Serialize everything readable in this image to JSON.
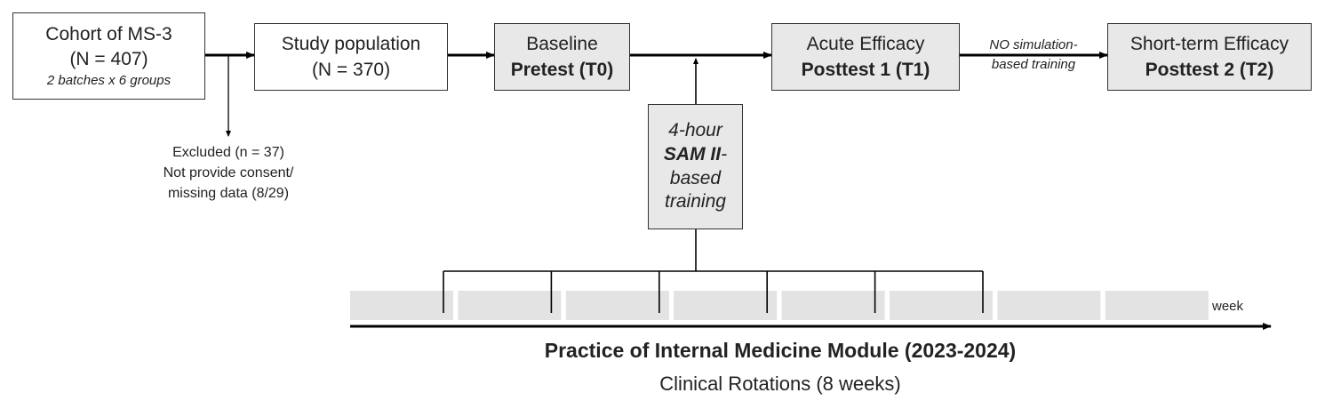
{
  "cohort": {
    "line1": "Cohort of MS-3",
    "line2": "(N = 407)",
    "line3": "2 batches x 6 groups"
  },
  "study_population": {
    "line1": "Study population",
    "line2": "(N = 370)"
  },
  "baseline": {
    "line1": "Baseline",
    "line2": "Pretest (T0)"
  },
  "acute": {
    "line1": "Acute Efficacy",
    "line2": "Posttest 1 (T1)"
  },
  "short_term": {
    "line1": "Short-term Efficacy",
    "line2": "Posttest 2 (T2)"
  },
  "no_sim": {
    "line1": "NO simulation-",
    "line2": "based training"
  },
  "excluded": {
    "line1": "Excluded (n = 37)",
    "line2": "Not provide consent/",
    "line3": "missing data (8/29)"
  },
  "training": {
    "line1": "4-hour",
    "line2": "SAM II",
    "line2_suffix": "-",
    "line3": "based",
    "line4": "training"
  },
  "timeline": {
    "week_label": "week",
    "segments": 8,
    "training_sessions": 6,
    "title": "Practice of Internal Medicine Module (2023-2024)",
    "subtitle": "Clinical Rotations (8 weeks)"
  },
  "colors": {
    "box_fill": "#e8e8e8",
    "week_fill": "#e3e3e3",
    "line": "#000000"
  }
}
